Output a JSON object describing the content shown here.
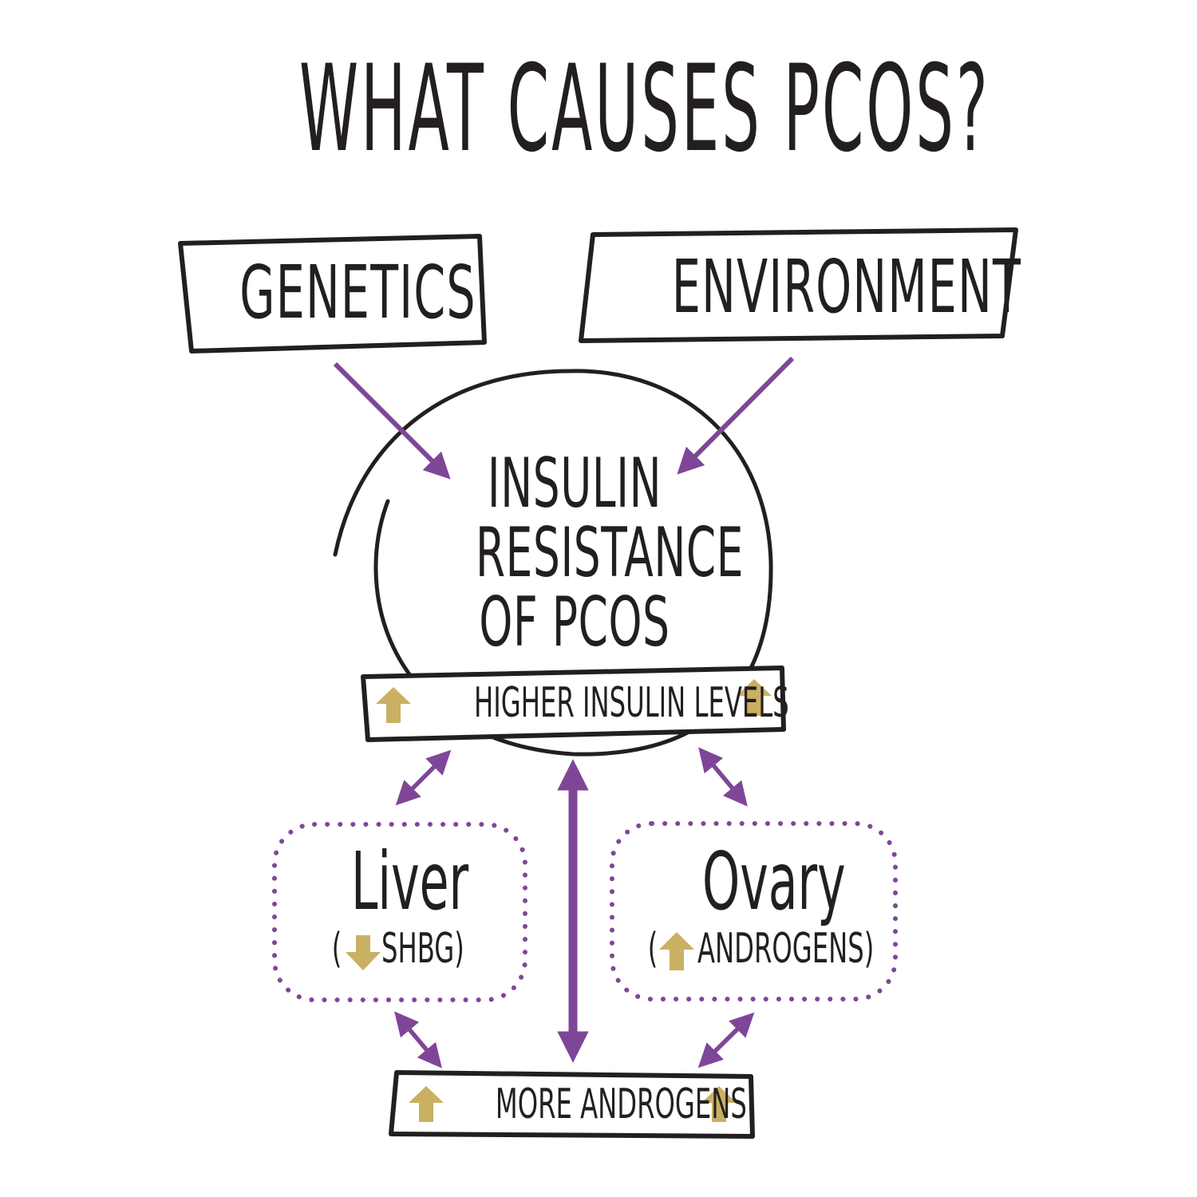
{
  "title": "WHAT CAUSES PCOS?",
  "causes": {
    "genetics": "GENETICS",
    "environment": "ENVIRONMENT"
  },
  "center": {
    "line1": "INSULIN",
    "line2": "RESISTANCE",
    "line3": "OF PCOS"
  },
  "insulin_band": {
    "label": "HIGHER INSULIN LEVELS",
    "icon": "up-arrow-icon"
  },
  "liver": {
    "name": "Liver",
    "open": "(",
    "effect": "SHBG)",
    "icon": "down-arrow-icon"
  },
  "ovary": {
    "name": "Ovary",
    "open": "(",
    "effect": "ANDROGENS)",
    "icon": "up-arrow-icon"
  },
  "androgen_band": {
    "label": "MORE ANDROGENS",
    "icon": "up-arrow-icon"
  },
  "colors": {
    "arrow": "#7f4698",
    "indicator": "#c9b063",
    "ink": "#231f20"
  }
}
